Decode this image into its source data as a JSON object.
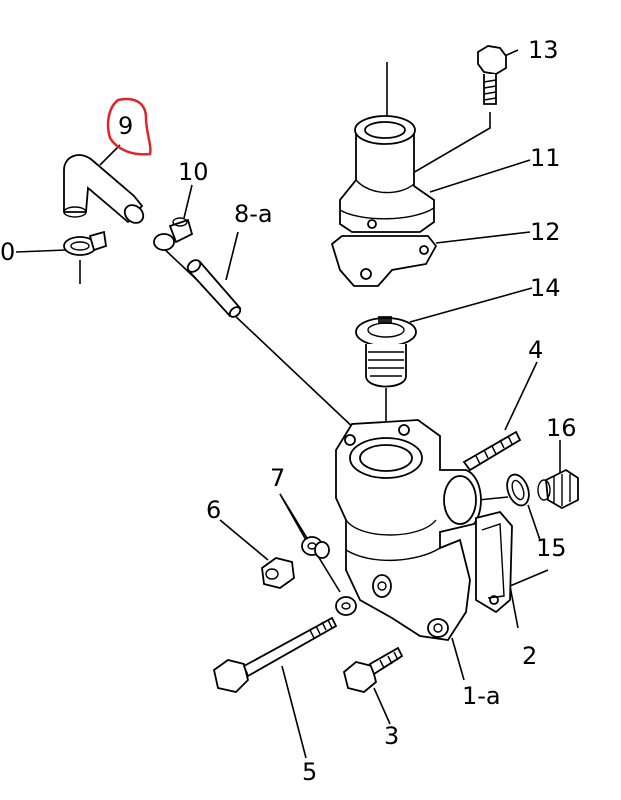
{
  "diagram": {
    "highlight_color": "#e0242a",
    "callouts": {
      "p1a": "1-a",
      "p2": "2",
      "p3": "3",
      "p4": "4",
      "p5": "5",
      "p6": "6",
      "p7": "7",
      "p8a": "8-a",
      "p9": "9",
      "p10a": "10",
      "p10b": "0",
      "p11": "11",
      "p12": "12",
      "p13": "13",
      "p14": "14",
      "p15": "15",
      "p16": "16"
    }
  }
}
